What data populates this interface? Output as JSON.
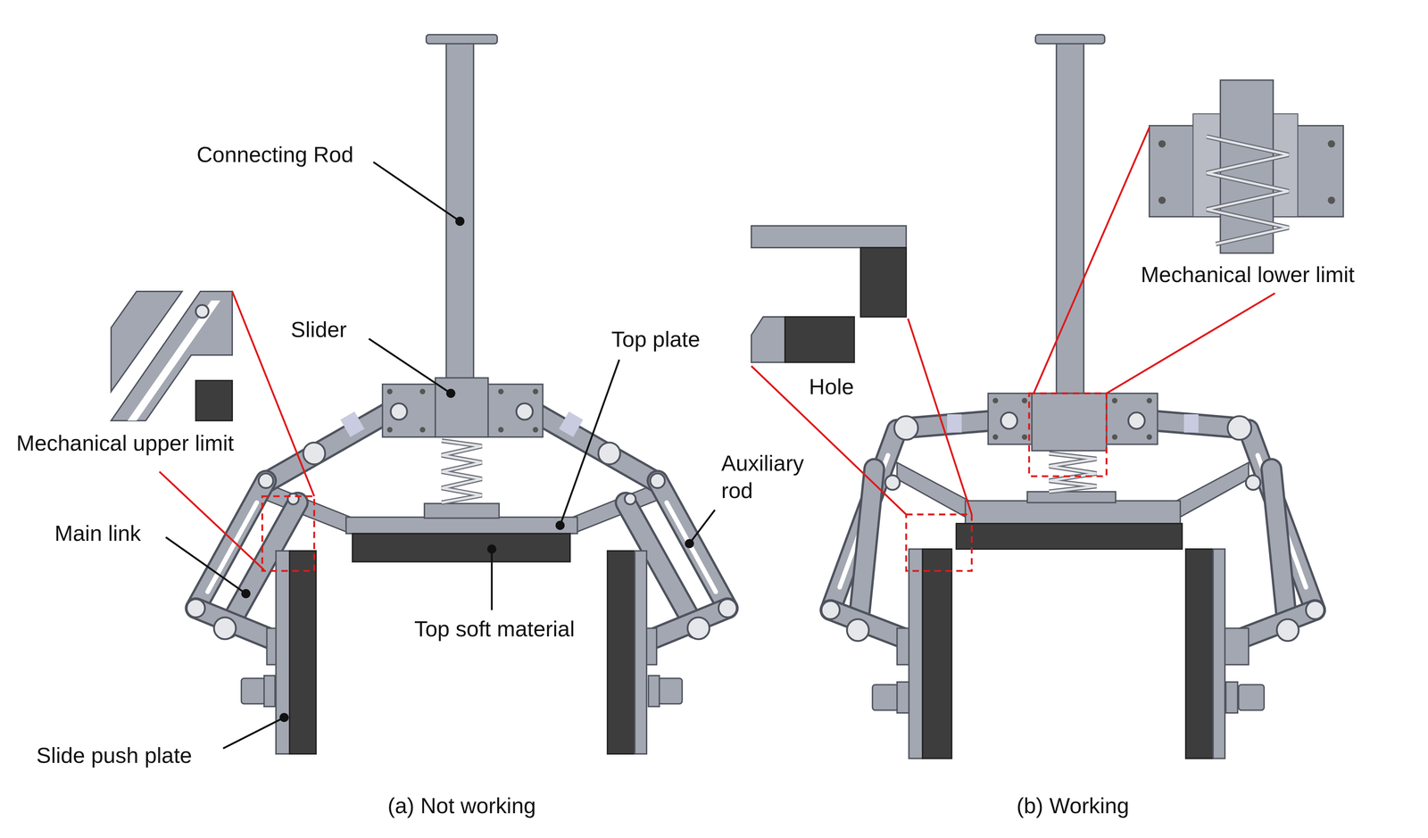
{
  "diagram": {
    "labels": [
      "Connecting Rod",
      "Slider",
      "Top plate",
      "Mechanical upper limit",
      "Main link",
      "Auxiliary rod",
      "Top soft material",
      "Slide push plate",
      "(a) Not working",
      "Hole",
      "Mechanical lower limit",
      "(b) Working"
    ]
  }
}
